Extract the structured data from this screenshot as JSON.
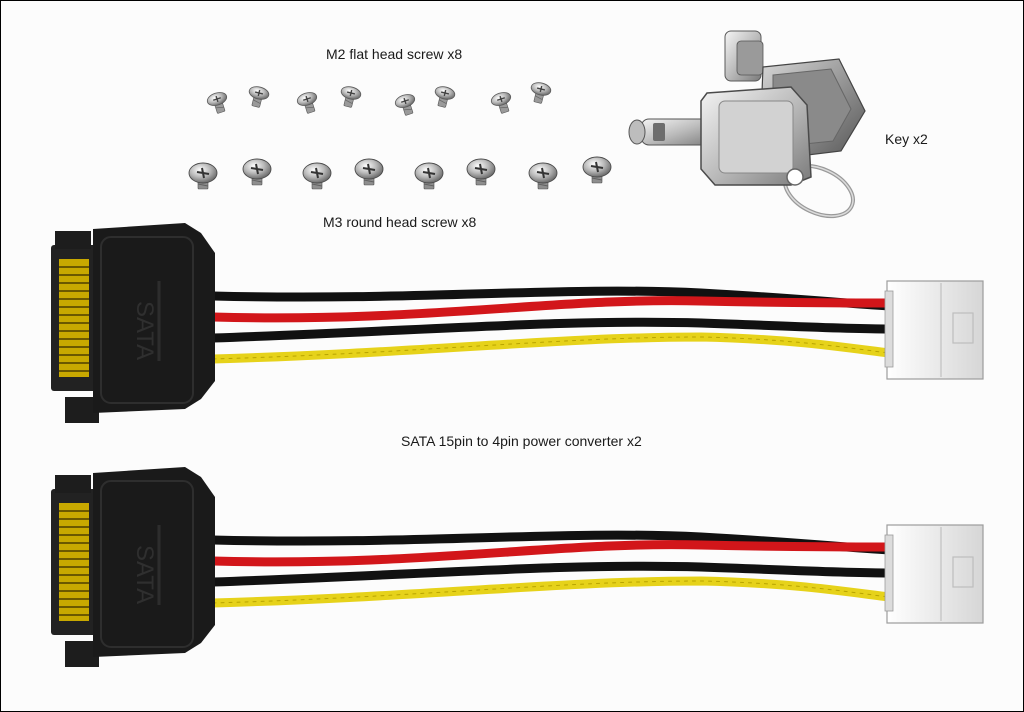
{
  "labels": {
    "m2_screws": "M2 flat head screw x8",
    "m3_screws": "M3 round head screw x8",
    "keys": "Key x2",
    "converter": "SATA 15pin to 4pin power converter x2"
  },
  "connector_text": "SATA",
  "wire_colors": {
    "black": "#111111",
    "red": "#d2161a",
    "yellow": "#e6d21a"
  },
  "connector_colors": {
    "sata_body": "#1a1a1a",
    "sata_pins": "#c8a800",
    "molex": "#f2f2f2"
  }
}
